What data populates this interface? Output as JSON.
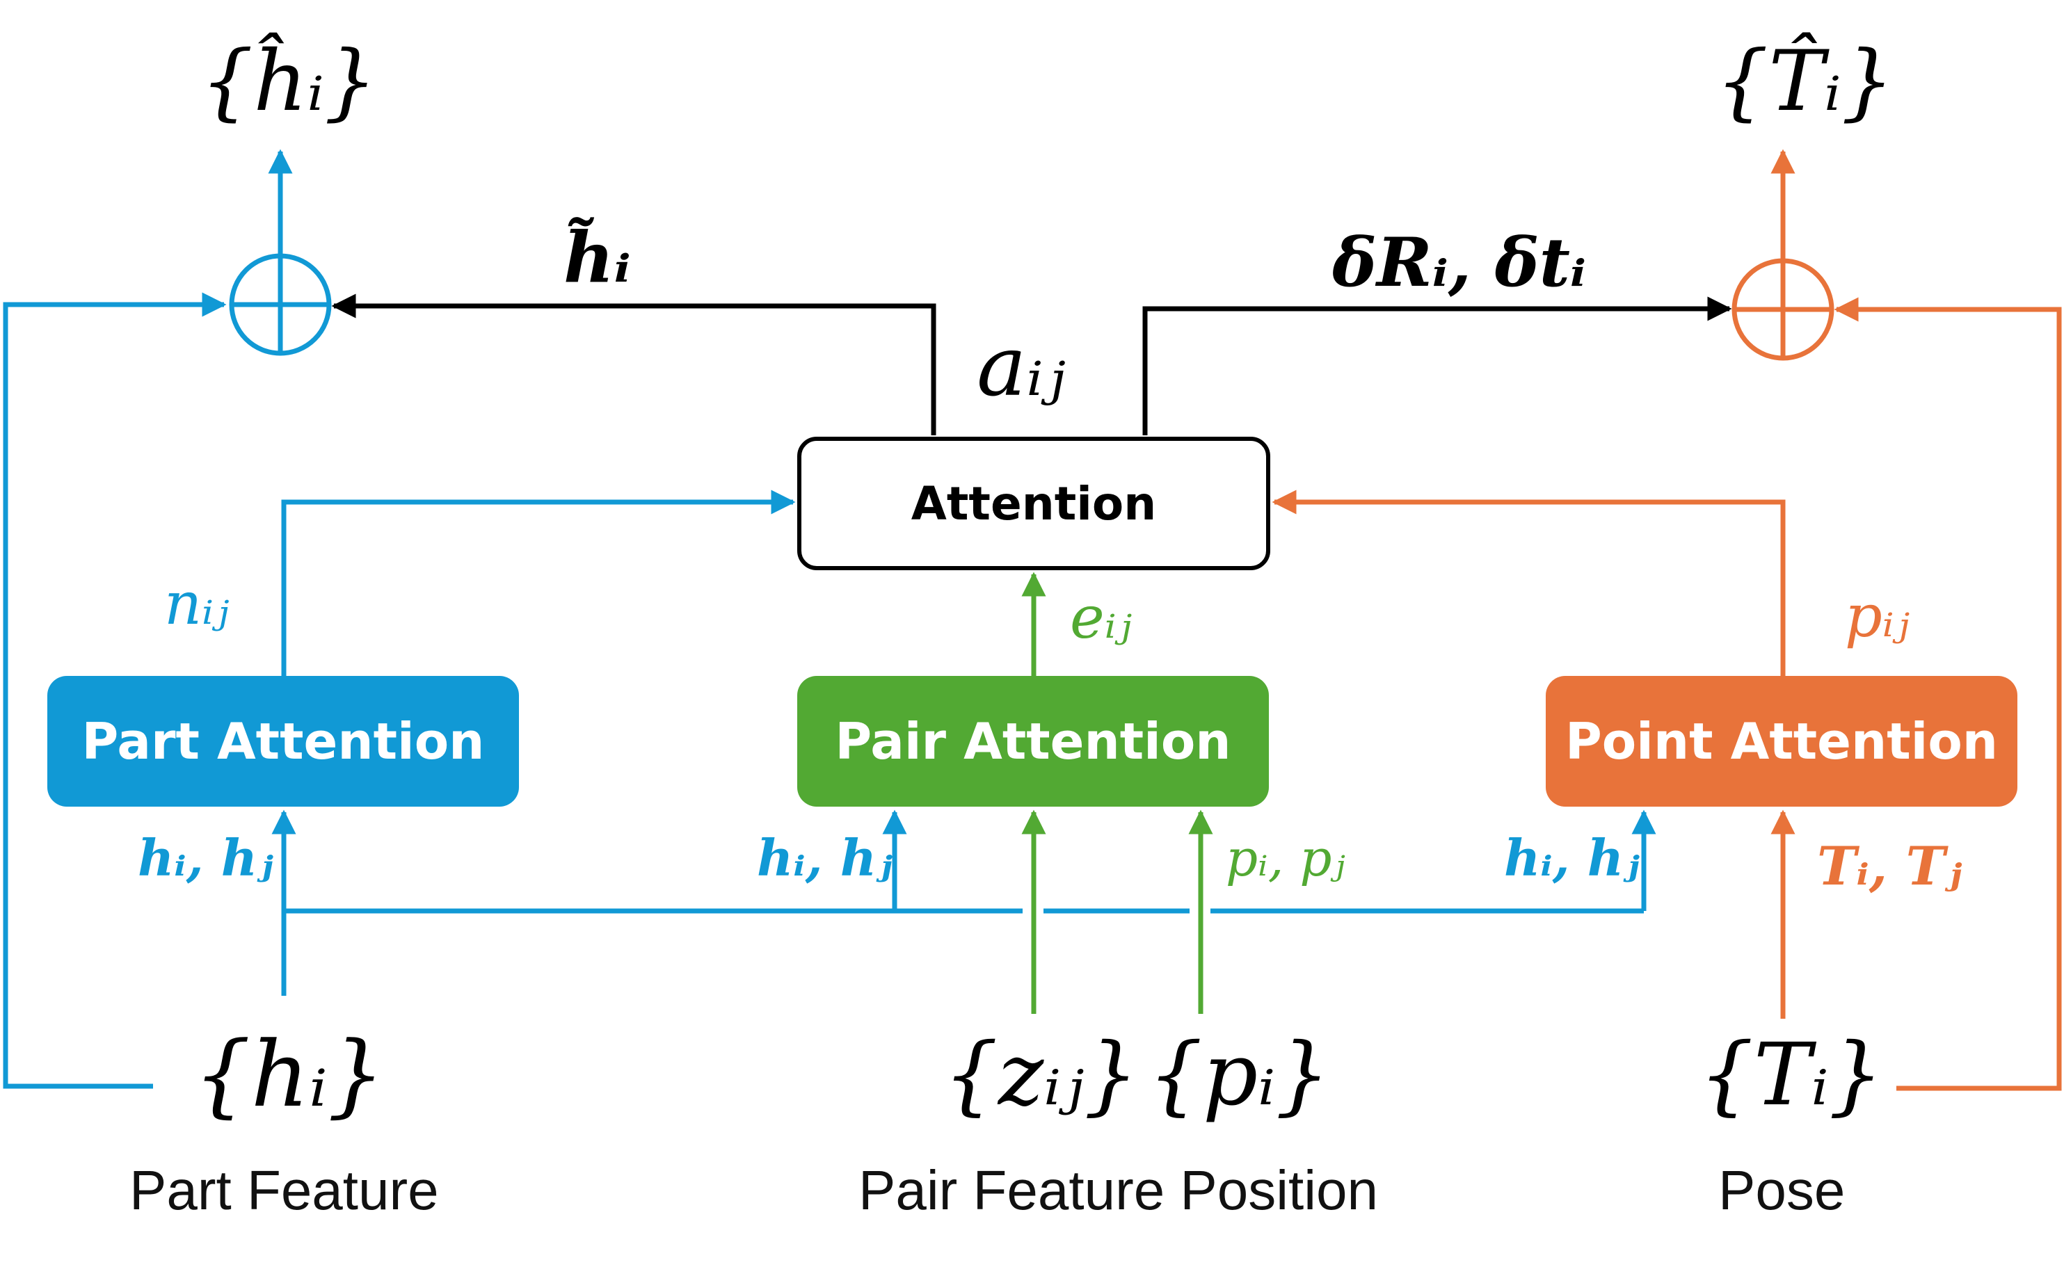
{
  "boxes": {
    "attention": "Attention",
    "part": "Part Attention",
    "pair": "Pair Attention",
    "point": "Point Attention"
  },
  "captions": {
    "part_feature": "Part Feature",
    "pair_feature_position": "Pair Feature Position",
    "pose": "Pose"
  },
  "symbols": {
    "h_hat_set": "{ĥᵢ}",
    "T_hat_set": "{T̂ᵢ}",
    "h_tilde": "h̃ᵢ",
    "delta_RT": "δRᵢ, δtᵢ",
    "a_ij": "aᵢⱼ",
    "n_ij": "nᵢⱼ",
    "e_ij": "eᵢⱼ",
    "p_ij": "pᵢⱼ",
    "h_i_h_j": "hᵢ, hⱼ",
    "p_i_p_j": "pᵢ, pⱼ",
    "T_i_T_j": "Tᵢ, Tⱼ",
    "h_set": "{hᵢ}",
    "z_set": "{zᵢⱼ}",
    "p_set": "{pᵢ}",
    "T_set": "{Tᵢ}"
  },
  "colors": {
    "part": "#1199d5",
    "pair": "#52a933",
    "point": "#e8733a",
    "black": "#000000"
  }
}
